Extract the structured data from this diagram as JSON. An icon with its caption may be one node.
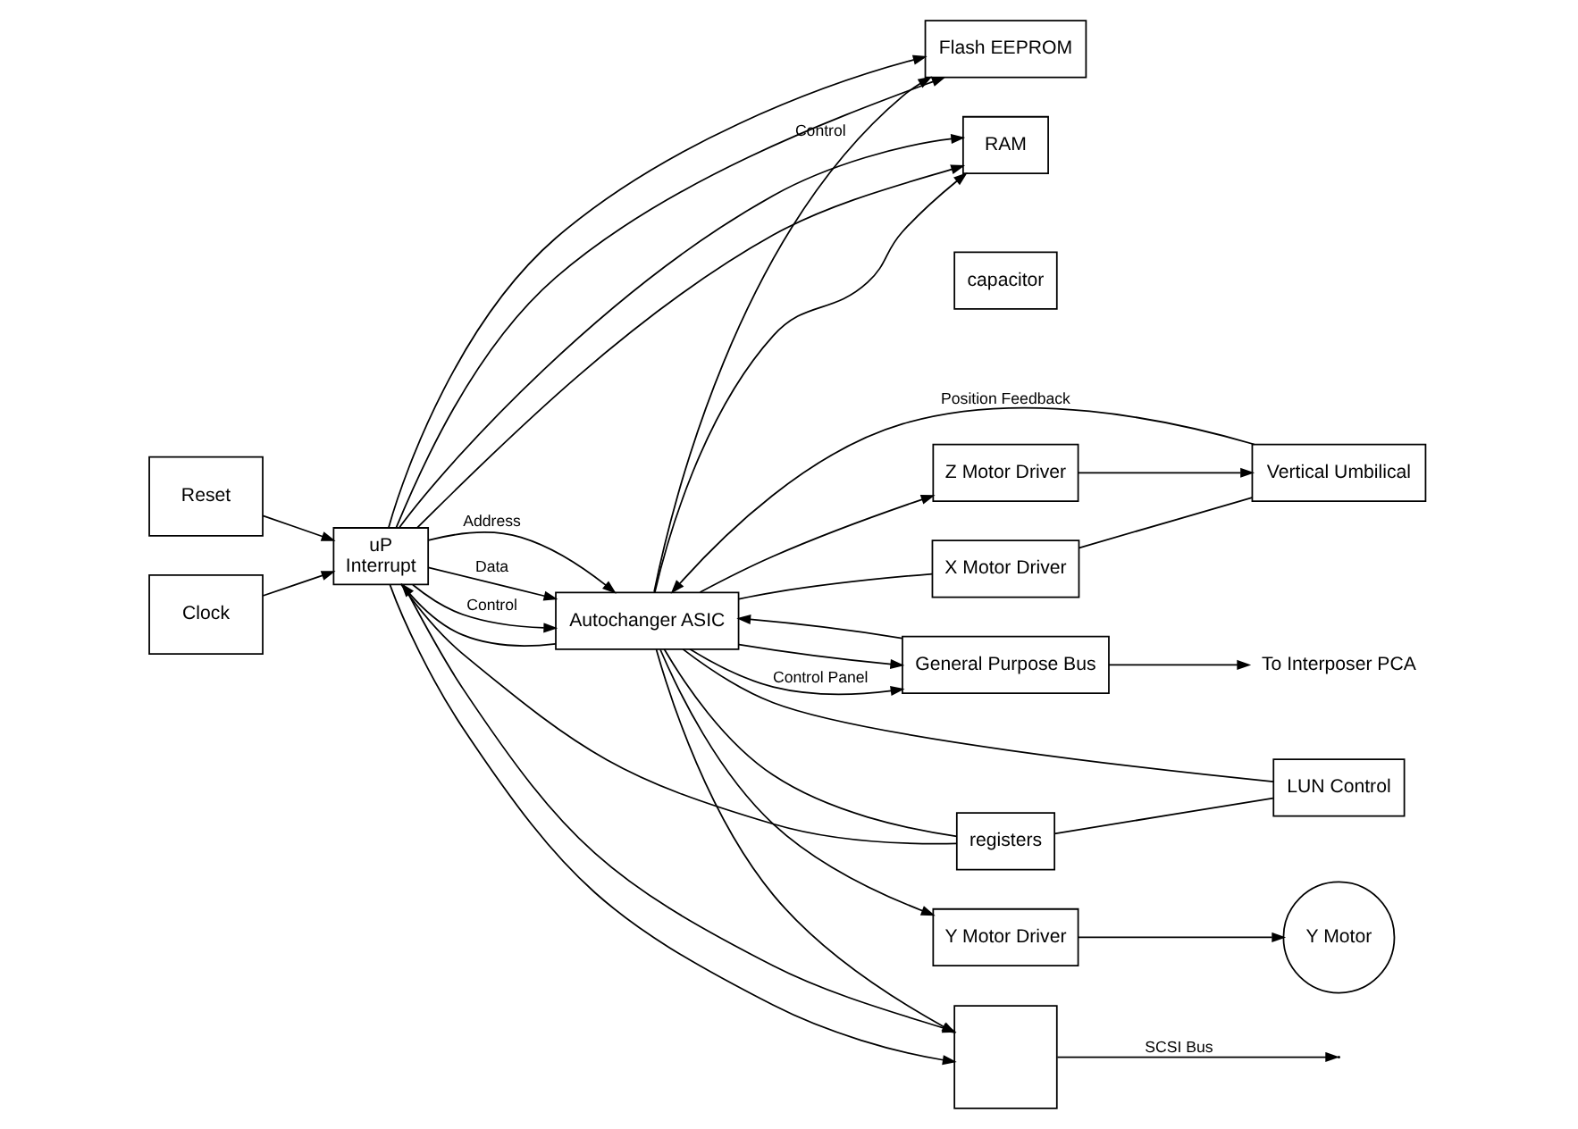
{
  "diagram": {
    "nodes": [
      {
        "text": [
          "Reset"
        ]
      },
      {
        "text": [
          "Clock"
        ]
      },
      {
        "text": [
          "uP",
          "Interrupt"
        ]
      },
      {
        "text": [
          "Flash EEPROM"
        ]
      },
      {
        "text": [
          "RAM"
        ]
      },
      {
        "text": [
          "capacitor"
        ]
      },
      {
        "text": [
          "registers"
        ]
      },
      {
        "text": [],
        "shape": "box"
      },
      {
        "text": [
          "LUN Control"
        ]
      },
      {
        "text": [
          "Autochanger ASIC"
        ]
      },
      {
        "text": [
          "Y Motor Driver"
        ]
      },
      {
        "text": [
          "Y Motor"
        ]
      },
      {
        "text": [
          "Z Motor Driver"
        ]
      },
      {
        "text": [
          "X Motor Driver"
        ]
      },
      {
        "text": [
          "Vertical Umbilical"
        ]
      },
      {
        "text": [
          "General Purpose Bus"
        ]
      },
      {
        "text": [
          "To Interposer PCA"
        ]
      }
    ],
    "edges": [
      {
        "from": 0,
        "to": 2,
        "arrow": "to"
      },
      {
        "from": 1,
        "to": 2,
        "arrow": "to"
      },
      {
        "from": 2,
        "to": 9,
        "arrow": "to",
        "label": "Address"
      },
      {
        "from": 2,
        "to": 3,
        "arrow": "to"
      },
      {
        "from": 2,
        "to": 4,
        "arrow": "to"
      },
      {
        "from": 2,
        "to": 7,
        "arrow": "to"
      },
      {
        "from": 2,
        "to": 9,
        "arrow": "to",
        "label": "Data"
      },
      {
        "from": 2,
        "to": 3,
        "arrow": "to"
      },
      {
        "from": 2,
        "to": 4,
        "arrow": "to"
      },
      {
        "from": 2,
        "to": 6,
        "arrow": "none"
      },
      {
        "from": 2,
        "to": 7,
        "arrow": "to"
      },
      {
        "from": 2,
        "to": 9,
        "arrow": "to",
        "label": "Control"
      },
      {
        "from": 9,
        "to": 2,
        "arrow": "to"
      },
      {
        "from": 9,
        "to": 3,
        "arrow": "to",
        "label": "Control"
      },
      {
        "from": 9,
        "to": 4,
        "arrow": "to"
      },
      {
        "from": 9,
        "to": 6,
        "arrow": "none"
      },
      {
        "from": 9,
        "to": 7,
        "arrow": "to"
      },
      {
        "from": 6,
        "to": 8,
        "arrow": "none"
      },
      {
        "from": 9,
        "to": 8,
        "arrow": "none"
      },
      {
        "from": 7,
        "to": null,
        "arrow": "to",
        "label": "SCSI Bus"
      },
      {
        "from": 9,
        "to": 10,
        "arrow": "to"
      },
      {
        "from": 9,
        "to": 12,
        "arrow": "to"
      },
      {
        "from": 9,
        "to": 13,
        "arrow": "none"
      },
      {
        "from": 10,
        "to": 11,
        "arrow": "to"
      },
      {
        "from": 12,
        "to": 14,
        "arrow": "to"
      },
      {
        "from": 13,
        "to": 14,
        "arrow": "none"
      },
      {
        "from": 14,
        "to": 9,
        "arrow": "to",
        "label": "Position Feedback"
      },
      {
        "from": 9,
        "to": 15,
        "arrow": "to",
        "label": "Control Panel"
      },
      {
        "from": 9,
        "to": 15,
        "arrow": "to"
      },
      {
        "from": 15,
        "to": 9,
        "arrow": "to"
      },
      {
        "from": 15,
        "to": 16,
        "arrow": "to"
      }
    ]
  }
}
